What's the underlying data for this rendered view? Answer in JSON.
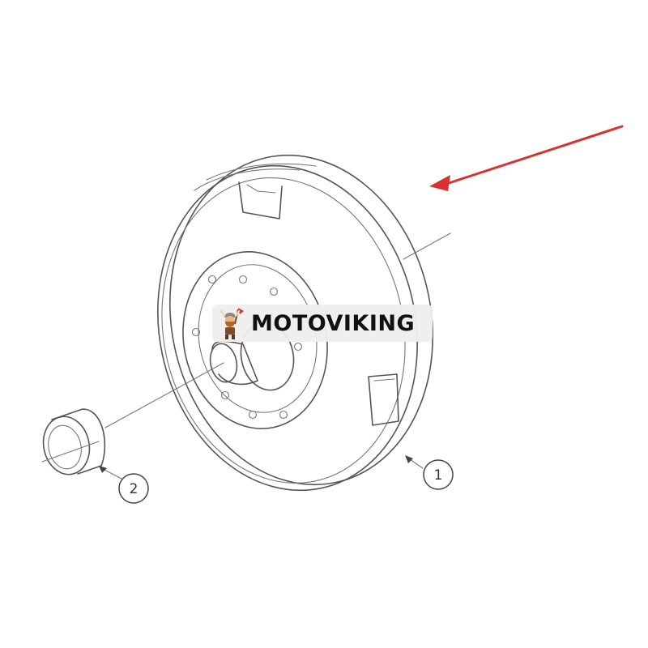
{
  "diagram": {
    "callouts": [
      {
        "id": "part-1",
        "label": "1"
      },
      {
        "id": "part-2",
        "label": "2"
      }
    ]
  },
  "watermark": {
    "text": "MOTOVIKING",
    "icon": "viking-mascot-icon"
  },
  "colors": {
    "line": "#555555",
    "arrow": "#d93030",
    "background": "#ffffff"
  }
}
